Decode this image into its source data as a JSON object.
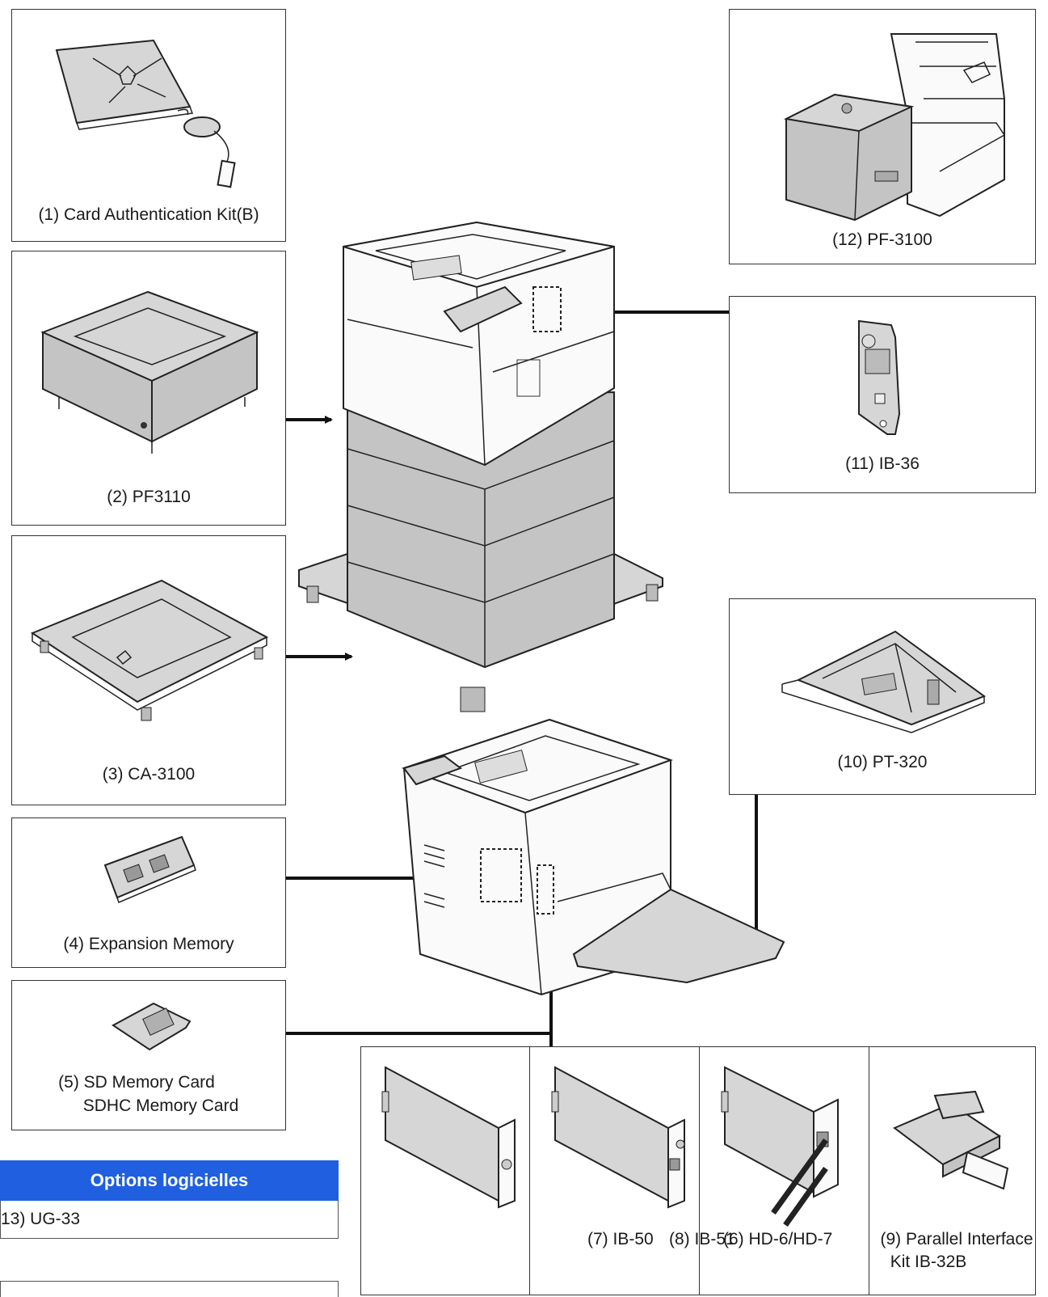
{
  "options": {
    "card_auth": "(1) Card Authentication Kit(B)",
    "pf3110": "(2) PF3110",
    "ca3100": "(3) CA-3100",
    "exp_mem": "(4) Expansion Memory",
    "sd_line1": "(5) SD Memory Card",
    "sd_line2": "SDHC Memory Card",
    "ib50": "(7) IB-50",
    "ib51": "(8) IB-51",
    "hd": "(6) HD-6/HD-7",
    "parallel_line1": "(9) Parallel Interface",
    "parallel_line2": "Kit IB-32B",
    "pt320": "(10) PT-320",
    "ib36": "(11) IB-36",
    "pf3100": "(12) PF-3100"
  },
  "software": {
    "header": "Options logicielles",
    "ug33": "13) UG-33"
  }
}
